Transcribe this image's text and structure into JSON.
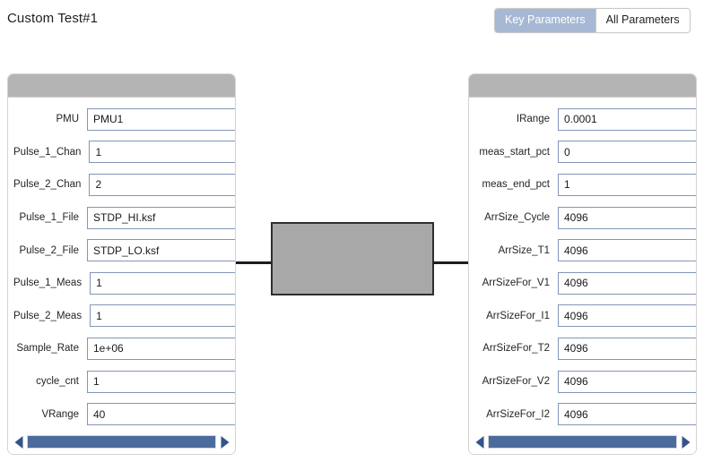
{
  "header": {
    "title": "Custom Test#1",
    "toggle": {
      "options": [
        {
          "label": "Key Parameters",
          "active": true
        },
        {
          "label": "All Parameters",
          "active": false
        }
      ]
    }
  },
  "left_panel": {
    "fields": [
      {
        "label": "PMU",
        "value": "PMU1"
      },
      {
        "label": "Pulse_1_Chan",
        "value": "1"
      },
      {
        "label": "Pulse_2_Chan",
        "value": "2"
      },
      {
        "label": "Pulse_1_File",
        "value": "STDP_HI.ksf"
      },
      {
        "label": "Pulse_2_File",
        "value": "STDP_LO.ksf"
      },
      {
        "label": "Pulse_1_Meas",
        "value": "1"
      },
      {
        "label": "Pulse_2_Meas",
        "value": "1"
      },
      {
        "label": "Sample_Rate",
        "value": "1e+06"
      },
      {
        "label": "cycle_cnt",
        "value": "1"
      },
      {
        "label": "VRange",
        "value": "40"
      }
    ],
    "scrollbar": {
      "left_arrow": "triangle-left-icon",
      "right_arrow": "triangle-right-icon",
      "thumb_pct": 100
    }
  },
  "right_panel": {
    "fields": [
      {
        "label": "IRange",
        "value": "0.0001"
      },
      {
        "label": "meas_start_pct",
        "value": "0"
      },
      {
        "label": "meas_end_pct",
        "value": "1"
      },
      {
        "label": "ArrSize_Cycle",
        "value": "4096"
      },
      {
        "label": "ArrSize_T1",
        "value": "4096"
      },
      {
        "label": "ArrSizeFor_V1",
        "value": "4096"
      },
      {
        "label": "ArrSizeFor_I1",
        "value": "4096"
      },
      {
        "label": "ArrSizeFor_T2",
        "value": "4096"
      },
      {
        "label": "ArrSizeFor_V2",
        "value": "4096"
      },
      {
        "label": "ArrSizeFor_I2",
        "value": "4096"
      }
    ],
    "scrollbar": {
      "left_arrow": "triangle-left-icon",
      "right_arrow": "triangle-right-icon",
      "thumb_pct": 100
    }
  },
  "diagram": {
    "device_label": "",
    "left_lead": "connector-line",
    "right_lead": "connector-line"
  },
  "colors": {
    "panel_header": "#b4b4b4",
    "toggle_active": "#a7b8d4",
    "scrollbar_thumb": "#4a6b9c",
    "scrollbar_arrow": "#34538a",
    "input_border": "#8296b4",
    "device_fill": "#a8a8a8",
    "device_border": "#2e2e2e"
  }
}
